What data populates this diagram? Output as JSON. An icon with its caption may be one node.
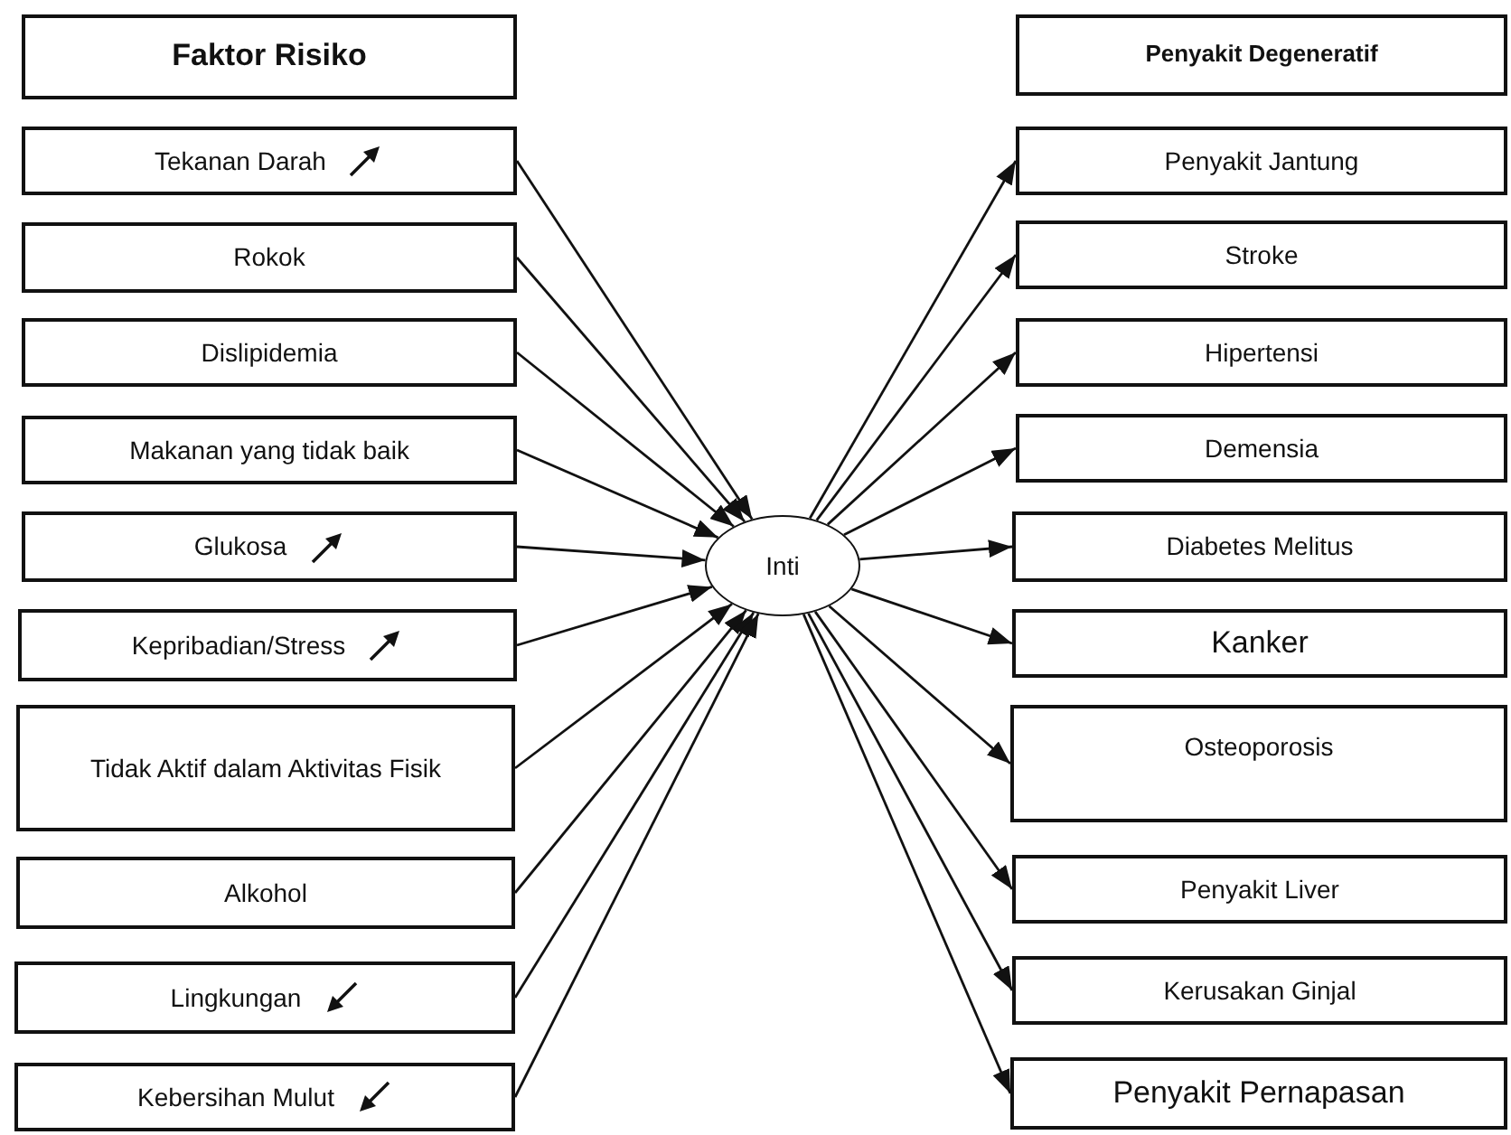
{
  "diagram": {
    "nodes": [
      {
        "text": [
          "Faktor Risiko"
        ]
      },
      {
        "text": [
          "Tekanan Darah"
        ]
      },
      {
        "text": [
          "Rokok"
        ]
      },
      {
        "text": [
          "Dislipidemia"
        ]
      },
      {
        "text": [
          "Makanan yang tidak baik"
        ]
      },
      {
        "text": [
          "Glukosa"
        ]
      },
      {
        "text": [
          "Kepribadian/Stress"
        ]
      },
      {
        "text": [
          "Tidak Aktif dalam Aktivitas Fisik"
        ]
      },
      {
        "text": [
          "Alkohol"
        ]
      },
      {
        "text": [
          "Lingkungan"
        ]
      },
      {
        "text": [
          "Kebersihan Mulut"
        ]
      },
      {
        "text": [
          "Inti"
        ]
      },
      {
        "text": [
          "Penyakit Degeneratif"
        ]
      },
      {
        "text": [
          "Penyakit Jantung"
        ]
      },
      {
        "text": [
          "Stroke"
        ]
      },
      {
        "text": [
          "Hipertensi"
        ]
      },
      {
        "text": [
          "Demensia"
        ]
      },
      {
        "text": [
          "Diabetes Melitus"
        ]
      },
      {
        "text": [
          "Kanker"
        ]
      },
      {
        "text": [
          "Osteoporosis"
        ]
      },
      {
        "text": [
          "Penyakit Liver"
        ]
      },
      {
        "text": [
          "Kerusakan Ginjal"
        ]
      },
      {
        "text": [
          "Penyakit Pernapasan"
        ]
      }
    ],
    "edges": [
      {
        "from": 1,
        "to": 11,
        "arrow": "to"
      },
      {
        "from": 2,
        "to": 11,
        "arrow": "to"
      },
      {
        "from": 3,
        "to": 11,
        "arrow": "to"
      },
      {
        "from": 4,
        "to": 11,
        "arrow": "to"
      },
      {
        "from": 5,
        "to": 11,
        "arrow": "to"
      },
      {
        "from": 6,
        "to": 11,
        "arrow": "to"
      },
      {
        "from": 7,
        "to": 11,
        "arrow": "to"
      },
      {
        "from": 8,
        "to": 11,
        "arrow": "to"
      },
      {
        "from": 9,
        "to": 11,
        "arrow": "to"
      },
      {
        "from": 10,
        "to": 11,
        "arrow": "to"
      },
      {
        "from": 11,
        "to": 13,
        "arrow": "to"
      },
      {
        "from": 11,
        "to": 14,
        "arrow": "to"
      },
      {
        "from": 11,
        "to": 15,
        "arrow": "to"
      },
      {
        "from": 11,
        "to": 16,
        "arrow": "to"
      },
      {
        "from": 11,
        "to": 17,
        "arrow": "to"
      },
      {
        "from": 11,
        "to": 18,
        "arrow": "to"
      },
      {
        "from": 11,
        "to": 19,
        "arrow": "to"
      },
      {
        "from": 11,
        "to": 20,
        "arrow": "to"
      },
      {
        "from": 11,
        "to": 21,
        "arrow": "to"
      },
      {
        "from": 11,
        "to": 22,
        "arrow": "to"
      }
    ]
  }
}
